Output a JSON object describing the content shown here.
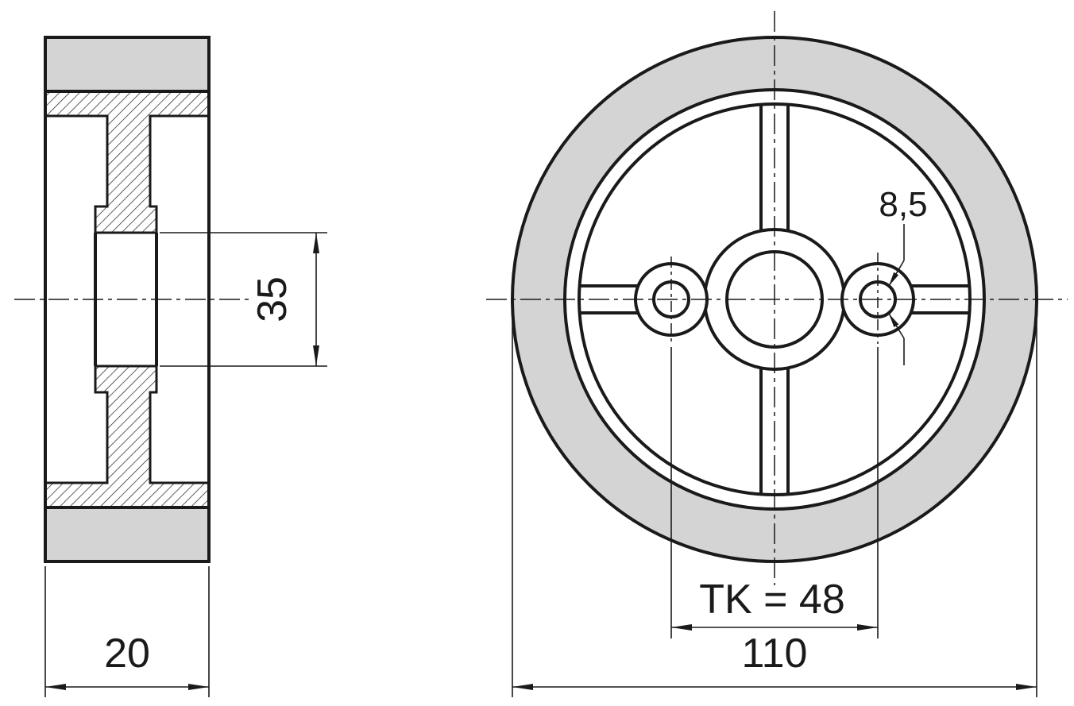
{
  "drawing": {
    "dimension_labels": {
      "width": "20",
      "bore_diameter": "35",
      "hole_diameter": "8,5",
      "bolt_circle_diameter": "TK = 48",
      "outer_diameter": "110"
    },
    "colors": {
      "line": "#1a1a1a",
      "section_fill": "#d4d4d4",
      "background": "#ffffff"
    }
  }
}
